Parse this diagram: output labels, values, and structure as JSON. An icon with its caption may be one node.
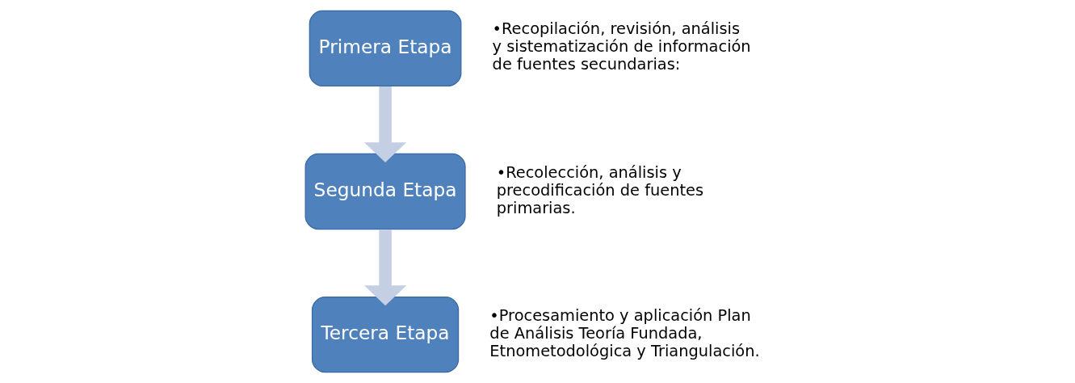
{
  "diagram": {
    "nodes": [
      {
        "text": [
          "Primera Etapa"
        ],
        "beside": [
          "•Recopilación, revisión, análisis y sistematización de información de fuentes secundarias:"
        ]
      },
      {
        "text": [
          "Segunda Etapa"
        ],
        "beside": [
          "•Recolección, análisis y precodificación de fuentes primarias."
        ]
      },
      {
        "text": [
          "Tercera Etapa"
        ],
        "beside": [
          "•Procesamiento y aplicación Plan de Análisis Teoría Fundada, Etnometodológica y Triangulación."
        ]
      }
    ],
    "edges": [
      {
        "from": 0,
        "to": 1,
        "arrow": "to"
      },
      {
        "from": 1,
        "to": 2,
        "arrow": "to"
      }
    ]
  }
}
